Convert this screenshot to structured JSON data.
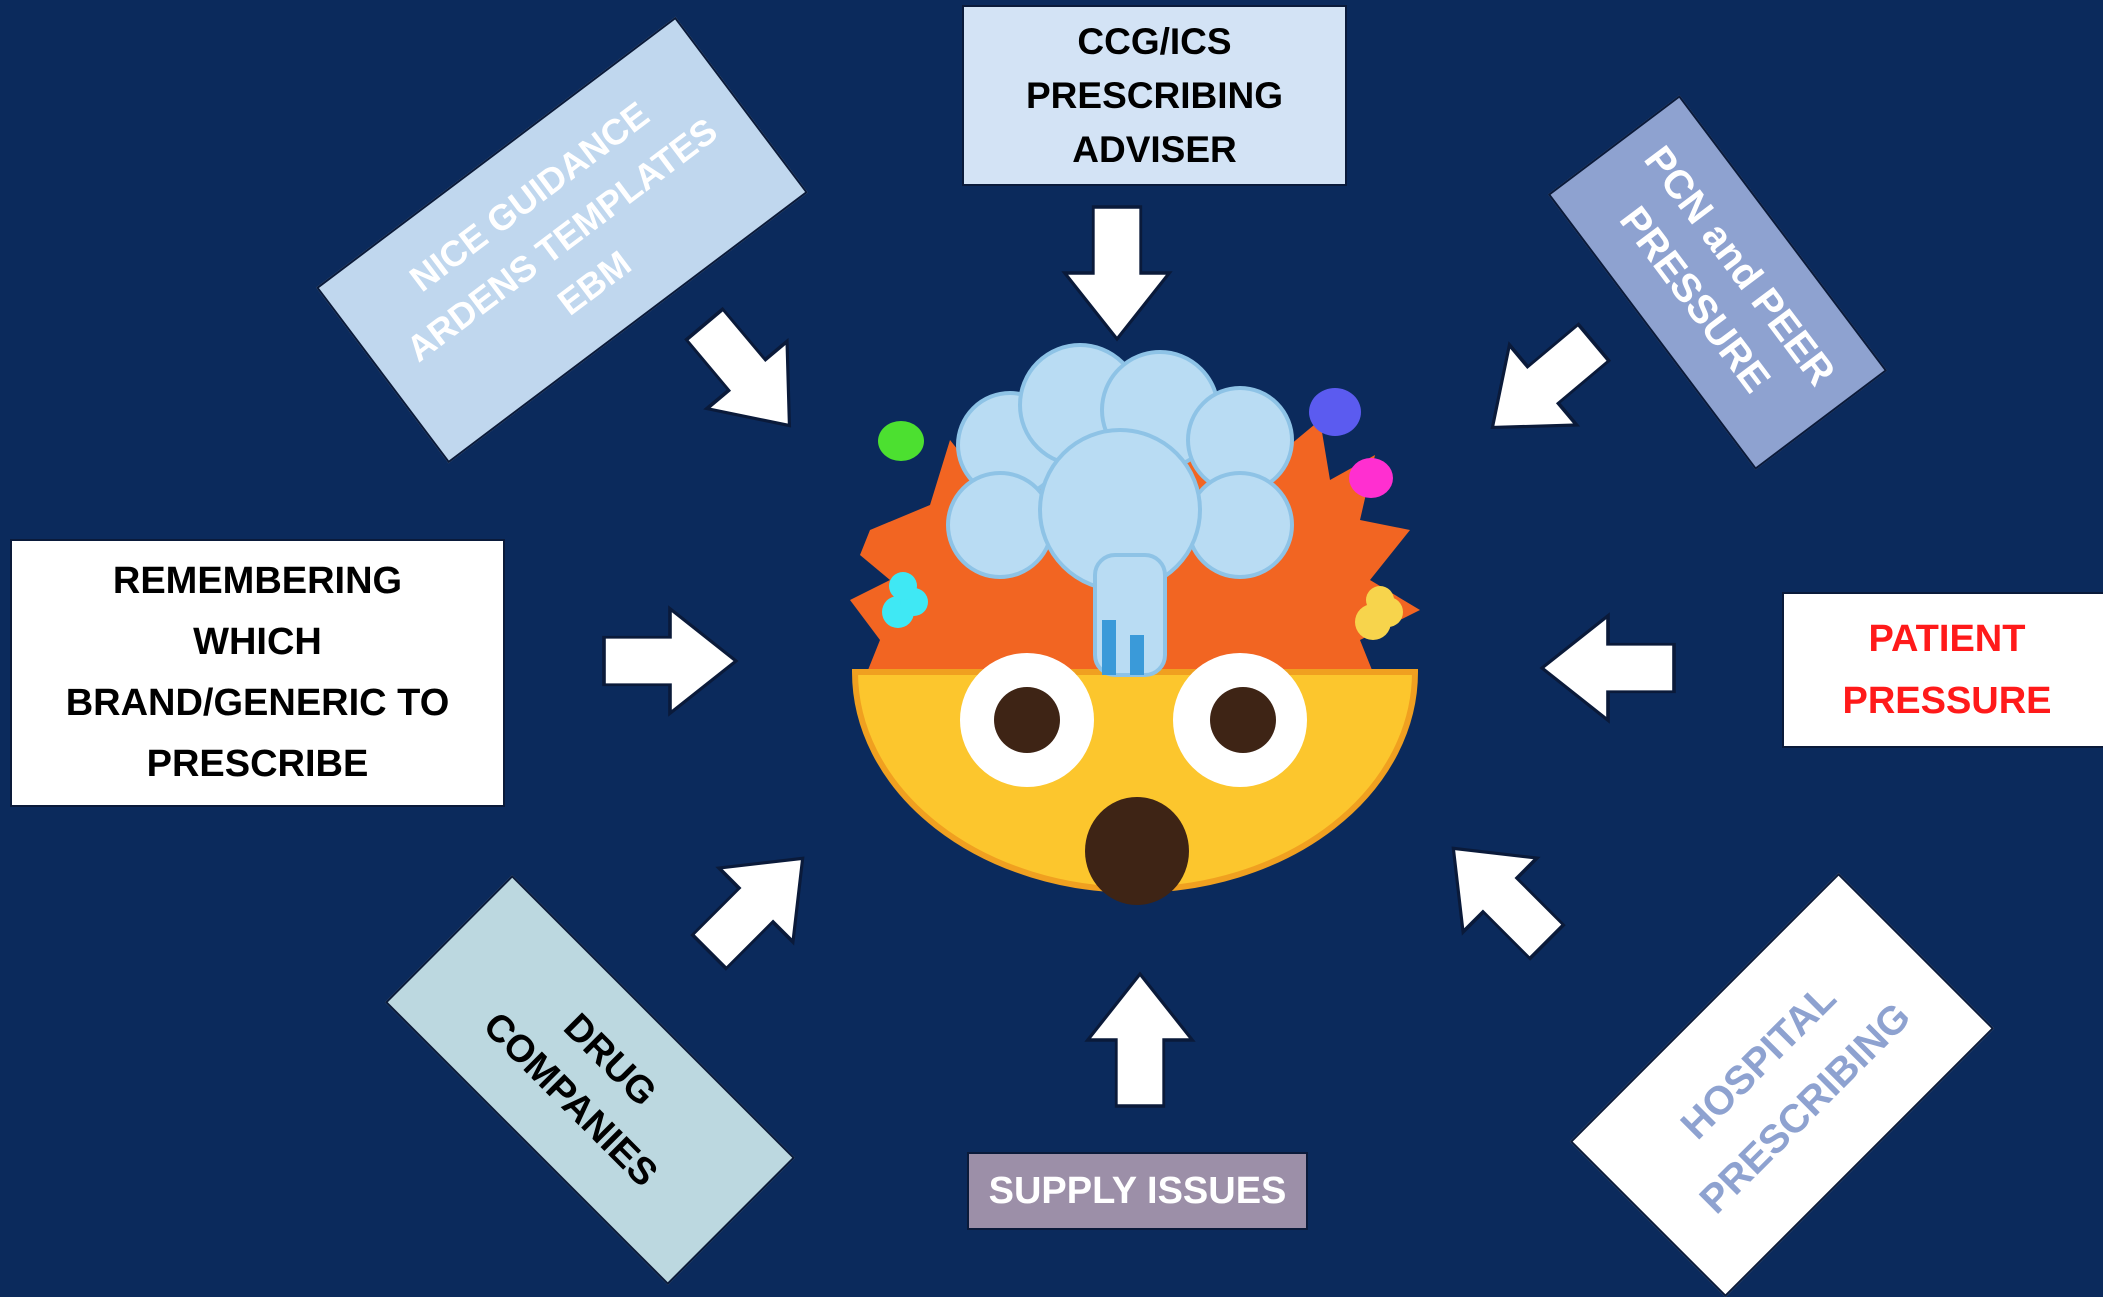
{
  "boxes": {
    "ccg": {
      "lines": [
        "CCG/ICS",
        "PRESCRIBING",
        "ADVISER"
      ]
    },
    "nice": {
      "lines": [
        "NICE GUIDANCE",
        "ARDENS TEMPLATES",
        "EBM"
      ]
    },
    "pcn": {
      "lines": [
        "PCN and PEER",
        "PRESSURE"
      ]
    },
    "remember": {
      "lines": [
        "REMEMBERING",
        "WHICH",
        "BRAND/GENERIC TO",
        "PRESCRIBE"
      ]
    },
    "patient": {
      "lines": [
        "PATIENT",
        "PRESSURE"
      ]
    },
    "drug": {
      "lines": [
        "DRUG",
        "COMPANIES"
      ]
    },
    "supply": {
      "lines": [
        "SUPPLY ISSUES"
      ]
    },
    "hospital": {
      "lines": [
        "HOSPITAL",
        "PRESCRIBING"
      ]
    }
  },
  "colors": {
    "background": "#0b2a5c",
    "arrow": "#ffffff",
    "patient_text": "#ff1a1a",
    "face": "#fbc02d",
    "cloud": "#b3d9f2",
    "burst": "#f26522"
  },
  "icons": {
    "center": "mind-blown-emoji-icon",
    "arrow": "arrow-icon"
  }
}
